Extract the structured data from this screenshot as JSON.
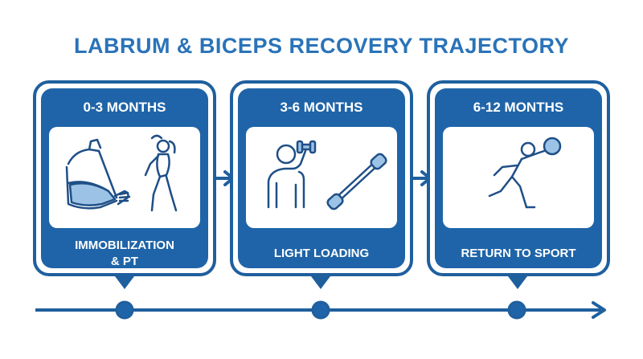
{
  "title": "LABRUM & BICEPS RECOVERY TRAJECTORY",
  "colors": {
    "primary": "#1f64a8",
    "border": "#1f5f9e",
    "title": "#2a73b8",
    "icon_fill": "#9cc3e6"
  },
  "stages": [
    {
      "period": "0-3 MONTHS",
      "label": "IMMOBILIZATION\n& PT",
      "icons": [
        "arm-sling-icon",
        "stretching-person-icon"
      ]
    },
    {
      "period": "3-6 MONTHS",
      "label": "LIGHT LOADING",
      "icons": [
        "person-dumbbell-icon",
        "resistance-band-icon"
      ]
    },
    {
      "period": "6-12 MONTHS",
      "label": "RETURN TO SPORT",
      "icons": [
        "running-athlete-ball-icon"
      ]
    }
  ]
}
